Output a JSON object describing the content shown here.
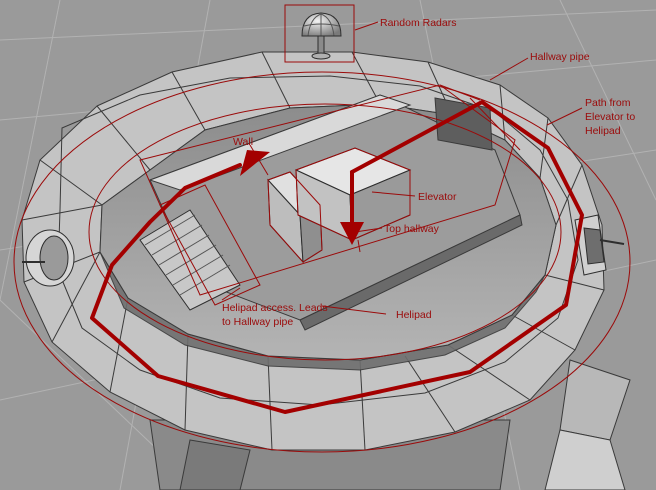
{
  "labels": {
    "random_radars": "Random Radars",
    "hallway_pipe": "Hallway pipe",
    "path_line1": "Path from",
    "path_line2": "Elevator to",
    "path_line3": "Helipad",
    "wall": "Wall",
    "elevator": "Elevator",
    "top_hallway": "Top hallway",
    "helipad_access_line1": "Helipad access. Leads",
    "helipad_access_line2": "to Hallway pipe",
    "helipad": "Helipad"
  },
  "colors": {
    "annotation": "#9b0a0a",
    "path": "#a30000",
    "viewport_background": "#9a9a9a",
    "grid": "#b2b2b2",
    "mesh_light": "#cfcfcf",
    "mesh_dark": "#6e6e6e",
    "mesh_edge": "#3a3a3a"
  }
}
